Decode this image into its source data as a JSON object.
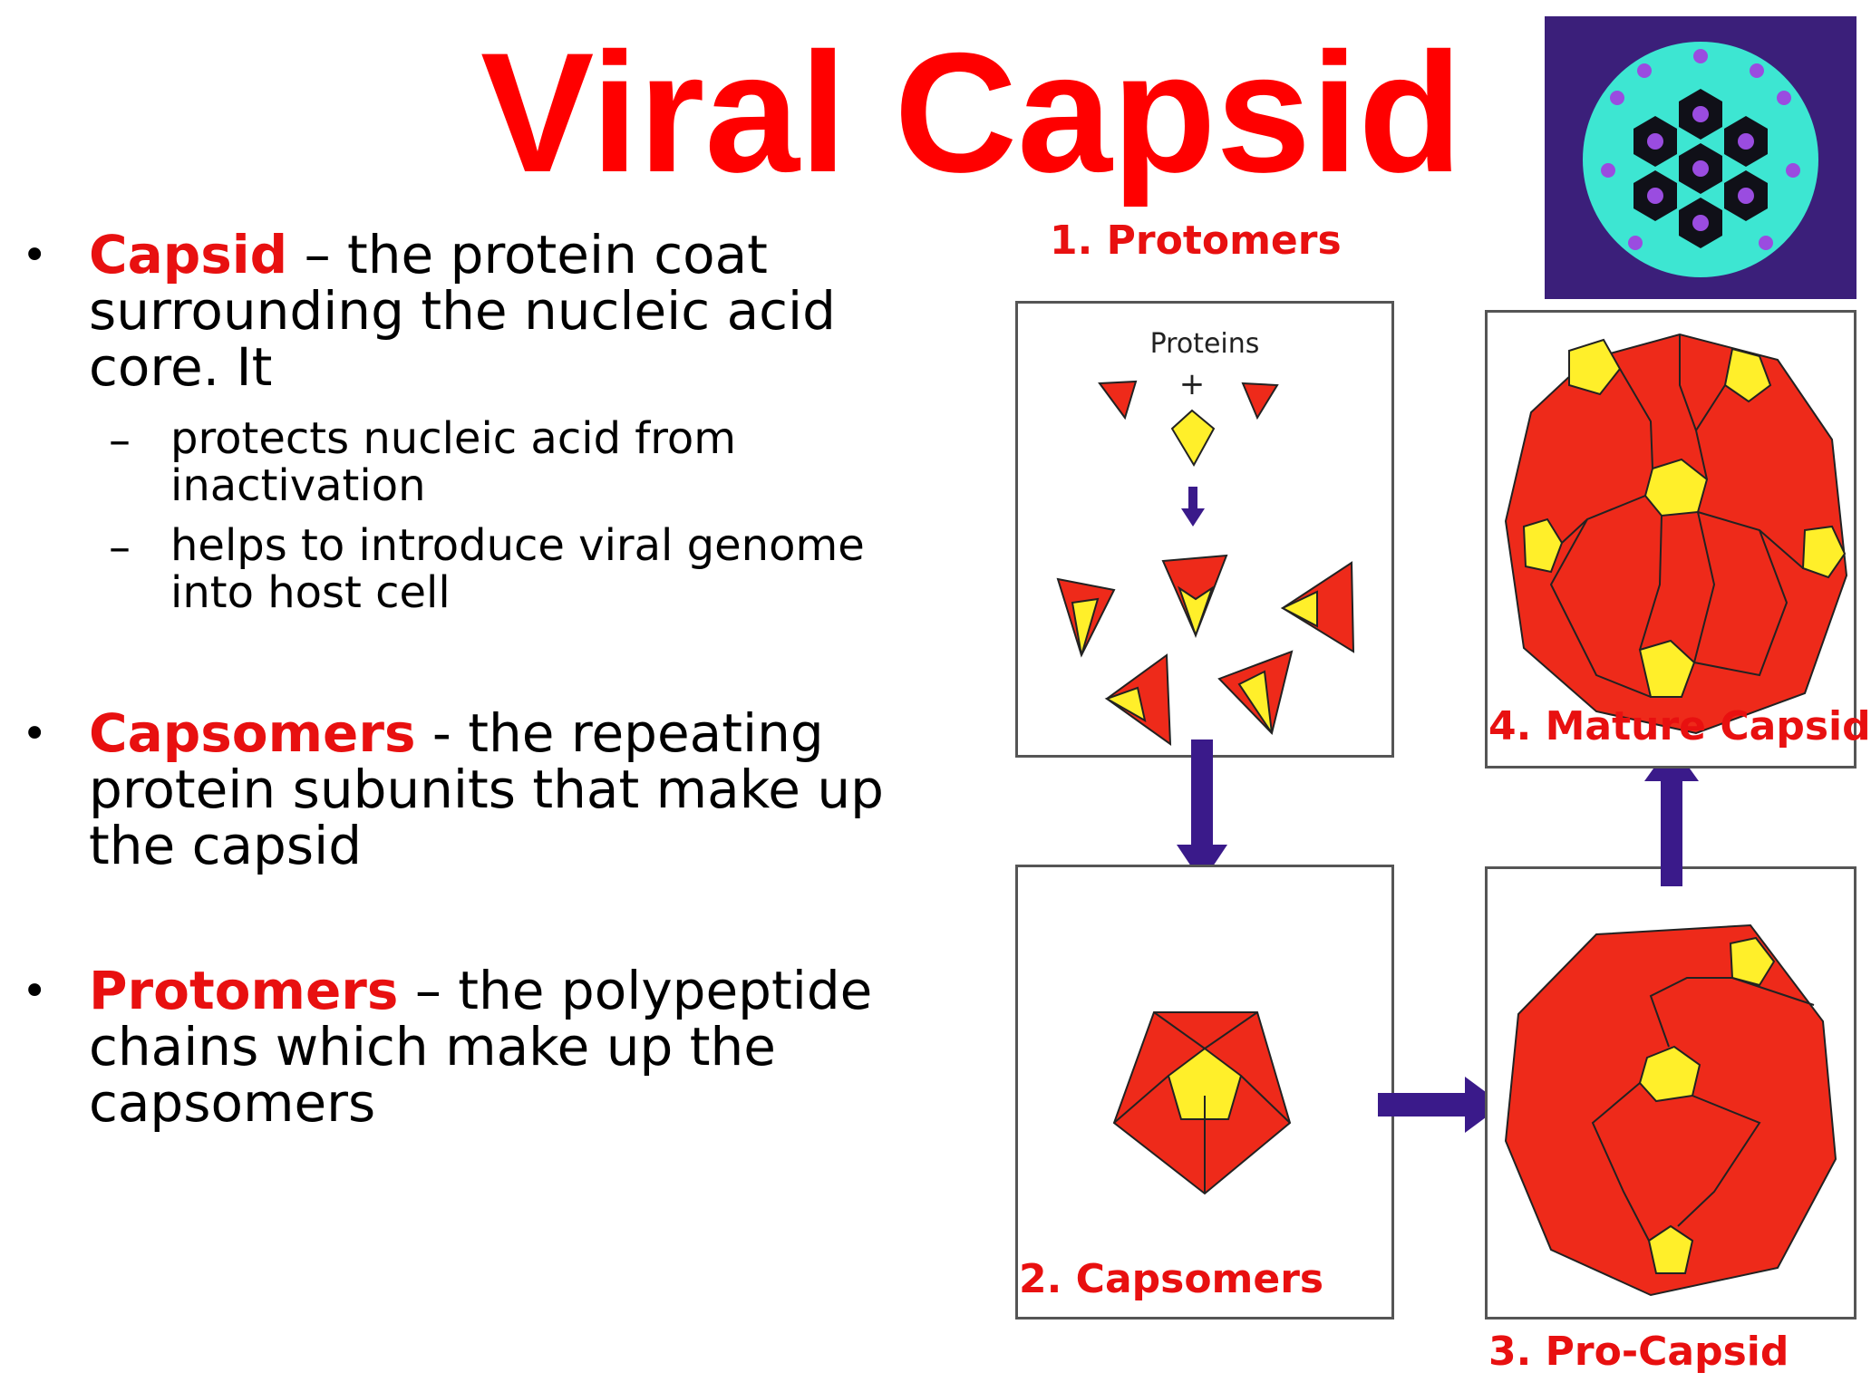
{
  "title": "Viral Capsid",
  "bullets": [
    {
      "term": "Capsid",
      "text": " – the protein coat surrounding the nucleic acid core. It",
      "sub": [
        "protects nucleic acid from inactivation",
        "helps to introduce viral genome into host cell"
      ]
    },
    {
      "term": "Capsomers",
      "text": " - the repeating protein subunits that make up the capsid"
    },
    {
      "term": "Protomers",
      "text": " – the polypeptide chains which make up the capsomers"
    }
  ],
  "diagram": {
    "steps": [
      "1. Protomers",
      "2. Capsomers",
      "3. Pro-Capsid",
      "4. Mature  Capsid"
    ],
    "proteins_label": "Proteins",
    "plus": "+"
  },
  "colors": {
    "title": "#ff0000",
    "term": "#e81010",
    "protein_red": "#ee2a1a",
    "protein_yellow": "#ffef2a",
    "arrow": "#3a1a8a",
    "thumb_bg": "#3b1f7a",
    "thumb_sphere": "#3de6d2"
  },
  "icons": [
    "bullet-dot",
    "dash",
    "down-arrow-icon",
    "right-arrow-icon",
    "up-arrow-icon",
    "virus-capsid-image"
  ]
}
